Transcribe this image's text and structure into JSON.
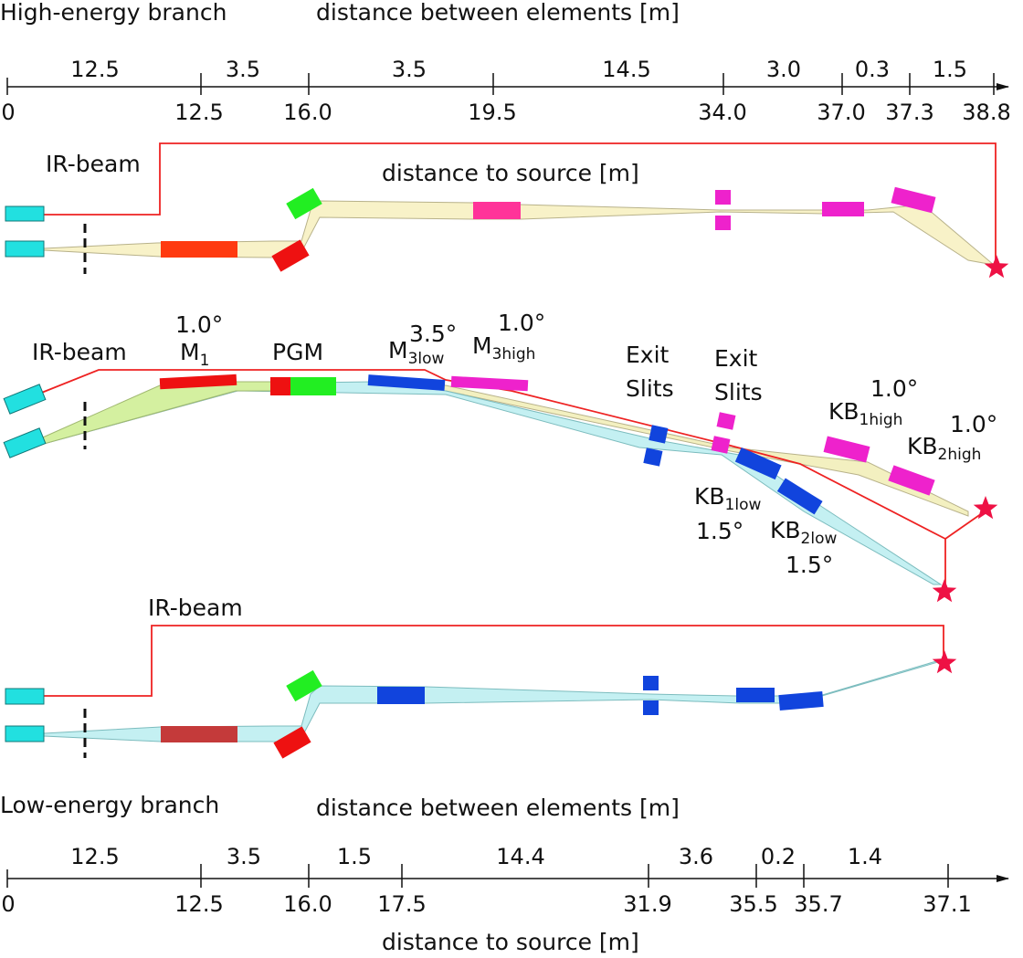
{
  "high_branch": {
    "title": "High-energy branch",
    "between_title": "distance between elements [m]",
    "segments": [
      "12.5",
      "3.5",
      "3.5",
      "14.5",
      "3.0",
      "0.3",
      "1.5"
    ],
    "ticks": [
      "0",
      "12.5",
      "16.0",
      "19.5",
      "34.0",
      "37.0",
      "37.3",
      "38.8"
    ],
    "source_title": "distance to source [m]",
    "ir_beam": "IR-beam"
  },
  "middle": {
    "ir_beam": "IR-beam",
    "m1_angle": "1.0°",
    "m1_label": "M",
    "m1_sub": "1",
    "pgm_label": "PGM",
    "m3low_angle": "3.5°",
    "m3low_label": "M",
    "m3low_sub": "3low",
    "m3high_angle": "1.0°",
    "m3high_label": "M",
    "m3high_sub": "3high",
    "exit_slits_1_line1": "Exit",
    "exit_slits_1_line2": "Slits",
    "exit_slits_2_line1": "Exit",
    "exit_slits_2_line2": "Slits",
    "kb1high_angle": "1.0°",
    "kb1high_label": "KB",
    "kb1high_sub": "1high",
    "kb2high_angle": "1.0°",
    "kb2high_label": "KB",
    "kb2high_sub": "2high",
    "kb1low_label": "KB",
    "kb1low_sub": "1low",
    "kb1low_angle": "1.5°",
    "kb2low_label": "KB",
    "kb2low_sub": "2low",
    "kb2low_angle": "1.5°"
  },
  "low_branch": {
    "ir_beam": "IR-beam",
    "title": "Low-energy branch",
    "between_title": "distance between elements [m]",
    "segments": [
      "12.5",
      "3.5",
      "1.5",
      "14.4",
      "3.6",
      "0.2",
      "1.4"
    ],
    "ticks": [
      "0",
      "12.5",
      "16.0",
      "17.5",
      "31.9",
      "35.5",
      "35.7",
      "37.1"
    ],
    "source_title": "distance to source [m]"
  },
  "colors": {
    "cyan": "#22e0e0",
    "red": "#ee1111",
    "dark_red": "#c43a3a",
    "orange_red": "#ff3a10",
    "green": "#22ee22",
    "magenta": "#ee22cc",
    "pink": "#ff3399",
    "blue": "#1144dd",
    "beam_yellow": "#f8f2c8",
    "beam_cyan": "#c4f0f2",
    "beam_green": "#d4f0a0",
    "ir_red": "#ee2222",
    "star": "#ee1144"
  }
}
